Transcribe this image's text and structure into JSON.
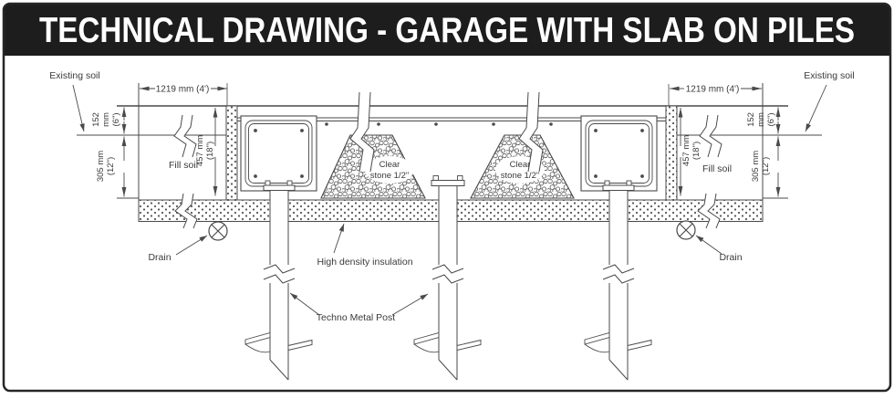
{
  "header": {
    "title": "TECHNICAL DRAWING - GARAGE WITH SLAB ON PILES"
  },
  "labels": {
    "existing_soil": "Existing soil",
    "fill_soil": "Fill soil",
    "clear_stone_line1": "Clear",
    "clear_stone_line2": "stone 1/2\"",
    "drain": "Drain",
    "insulation": "High density insulation",
    "post": "Techno Metal Post"
  },
  "dimensions": {
    "footing_width": "1219 mm (4')",
    "slab_thickness_1": "152",
    "slab_thickness_2": "mm",
    "slab_thickness_3": "(6\")",
    "soil_depth_1": "305 mm",
    "soil_depth_2": "(12\")",
    "beam_depth_1": "457 mm",
    "beam_depth_2": "(18\")"
  },
  "colors": {
    "header_bg": "#1d1d1d",
    "header_text": "#ffffff",
    "ink": "#4a4a4a",
    "text": "#3a3a3a",
    "paper": "#ffffff",
    "frame": "#262626"
  }
}
